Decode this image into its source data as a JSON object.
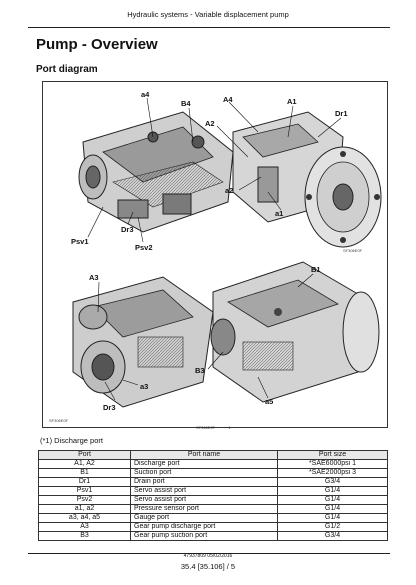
{
  "header": {
    "title": "Hydraulic systems - Variable displacement pump"
  },
  "page": {
    "title": "Pump - Overview",
    "section": "Port diagram"
  },
  "diagram": {
    "callouts": [
      "a4",
      "B4",
      "A4",
      "A1",
      "Dr1",
      "A2",
      "a2",
      "a1",
      "Psv1",
      "Dr3",
      "Psv2",
      "A3",
      "a3",
      "Dr3",
      "B1",
      "B3",
      "a5"
    ],
    "image_codes": [
      "SF306E0F",
      "SF306E0F"
    ],
    "caption_number": "1"
  },
  "note": "(*1) Discharge port",
  "table": {
    "headers": [
      "Port",
      "Port name",
      "Port size"
    ],
    "rows": [
      [
        "A1, A2",
        "Discharge port",
        "*SAE6000psi 1"
      ],
      [
        "B1",
        "Suction port",
        "*SAE2000psi 3"
      ],
      [
        "Dr1",
        "Drain port",
        "G3/4"
      ],
      [
        "Psv1",
        "Servo assist port",
        "G1/4"
      ],
      [
        "Psv2",
        "Servo assist port",
        "G1/4"
      ],
      [
        "a1, a2",
        "Pressure sensor port",
        "G1/4"
      ],
      [
        "a3, a4, a5",
        "Gauge port",
        "G1/4"
      ],
      [
        "A3",
        "Gear pump discharge port",
        "G1/2"
      ],
      [
        "B3",
        "Gear pump suction port",
        "G3/4"
      ]
    ]
  },
  "footer": {
    "doc_code": "47937809 05/02/2016",
    "page_ref": "35.4 [35.106] / 5"
  }
}
